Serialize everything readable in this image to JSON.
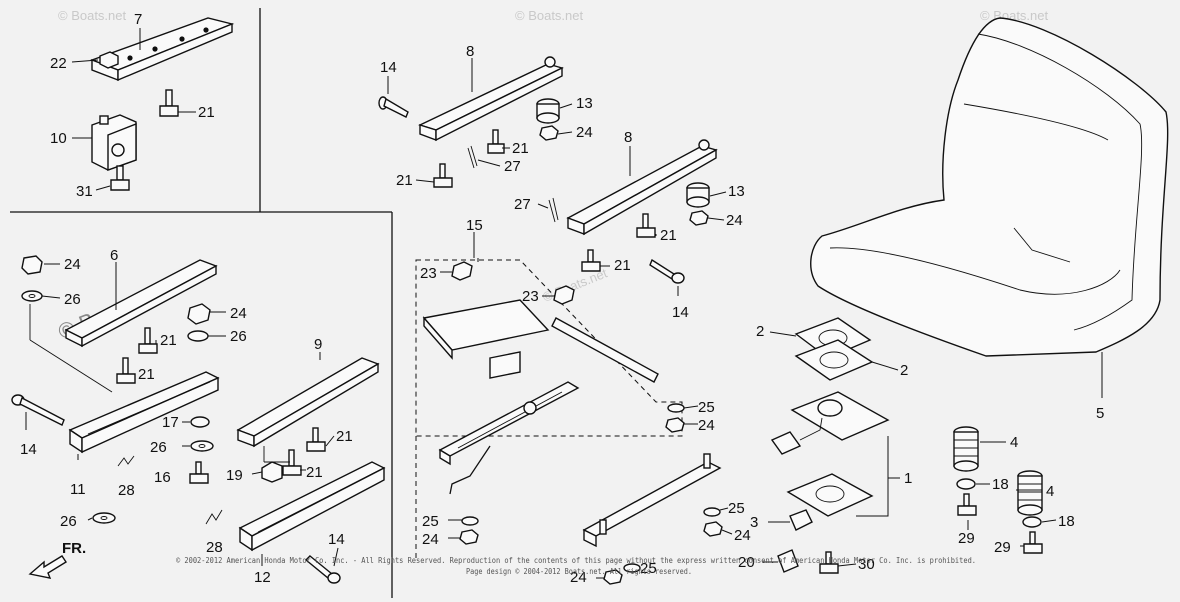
{
  "watermarks": {
    "site": "© Boats.net",
    "center": "© Boats.net"
  },
  "copyright": {
    "line1": "© 2002-2012 American Honda Motor Co. Inc. - All Rights Reserved. Reproduction of the contents of this page without the express written consent of American Honda Motor Co. Inc. is prohibited.",
    "line2": "Page design © 2004-2012 Boats.net. All rights reserved."
  },
  "direction_label": "FR.",
  "part_labels": {
    "l7": "7",
    "l22": "22",
    "l21a": "21",
    "l10": "10",
    "l31": "31",
    "l14a": "14",
    "l8a": "8",
    "l13a": "13",
    "l24a": "24",
    "l21b": "21",
    "l27a": "27",
    "l21c": "21",
    "l8b": "8",
    "l13b": "13",
    "l24b": "24",
    "l27b": "27",
    "l21d": "21",
    "l21e": "21",
    "l14b": "14",
    "l15": "15",
    "l23a": "23",
    "l23b": "23",
    "l24c": "24",
    "l6": "6",
    "l26a": "26",
    "l24d": "24",
    "l26b": "26",
    "l21f": "21",
    "l21g": "21",
    "l14c": "14",
    "l11": "11",
    "l28a": "28",
    "l17": "17",
    "l26c": "26",
    "l16": "16",
    "l9": "9",
    "l21h": "21",
    "l19": "19",
    "l21i": "21",
    "l26d": "26",
    "l28b": "28",
    "l12": "12",
    "l14d": "14",
    "l25a": "25",
    "l24e": "24",
    "l25b": "25",
    "l24f": "24",
    "l25c": "25",
    "l24g": "24",
    "l3": "3",
    "l20": "20",
    "l30": "30",
    "l24h": "24",
    "l25d": "25",
    "l2a": "2",
    "l2b": "2",
    "l1": "1",
    "l5": "5",
    "l4a": "4",
    "l18a": "18",
    "l29a": "29",
    "l4b": "4",
    "l18b": "18",
    "l29b": "29"
  }
}
